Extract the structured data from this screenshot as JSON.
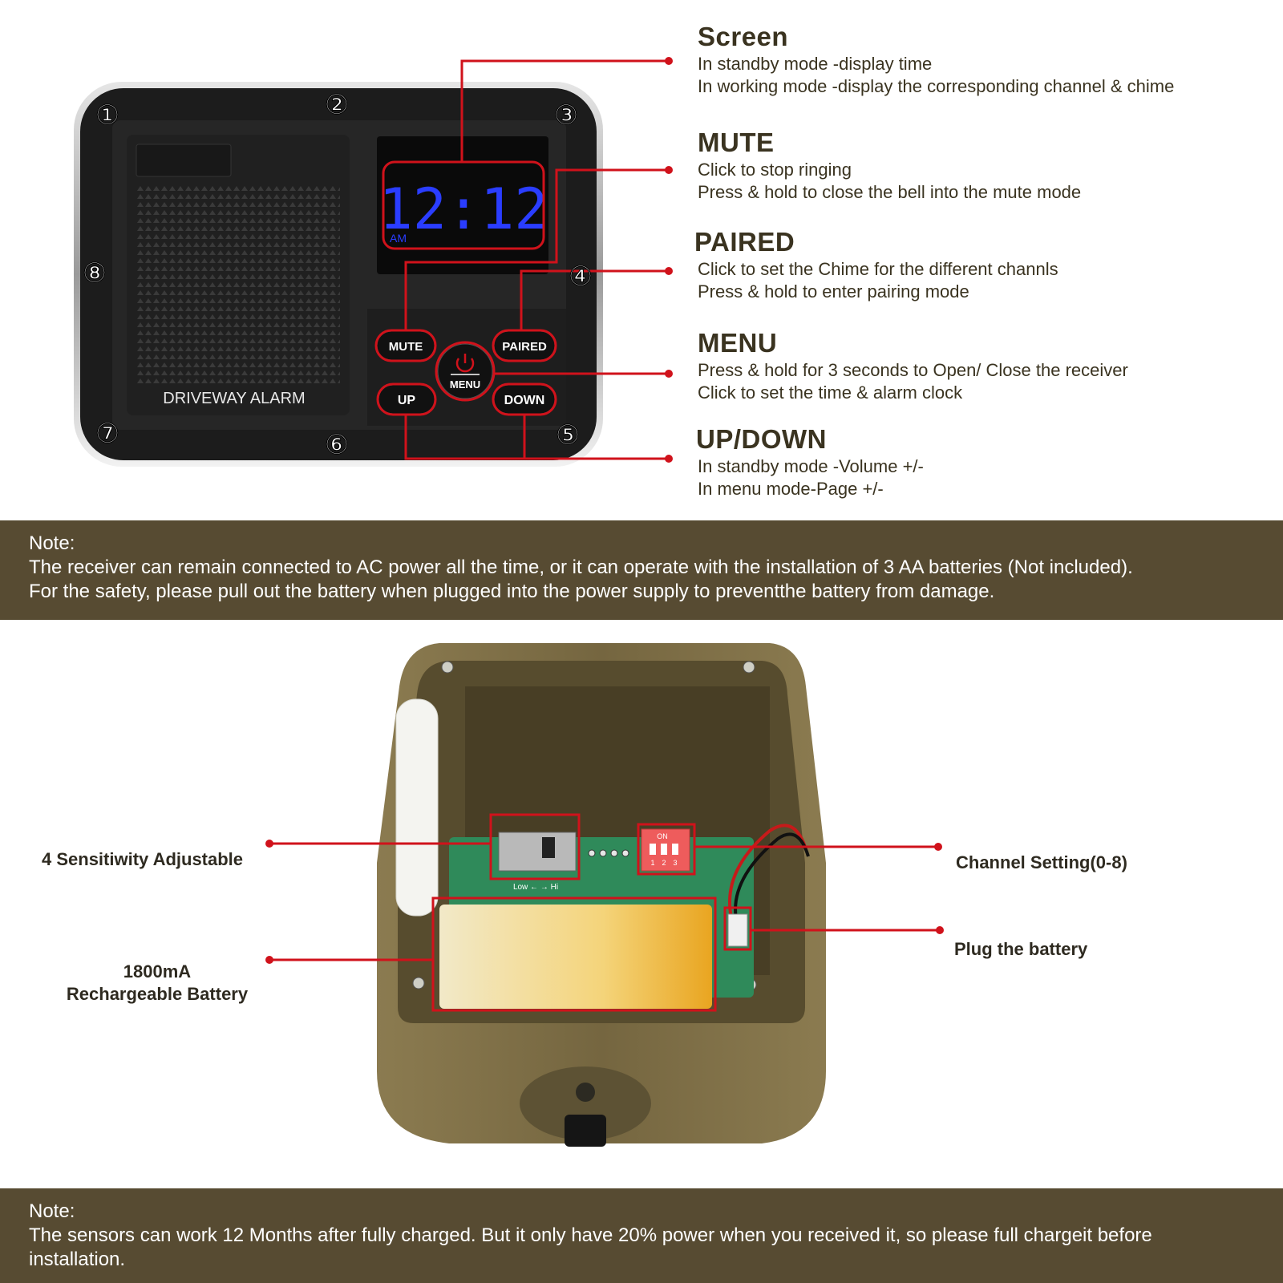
{
  "receiver": {
    "speaker_label": "DRIVEWAY ALARM",
    "display_time": "12:12",
    "display_ampm": "AM",
    "buttons": {
      "mute": "MUTE",
      "paired": "PAIRED",
      "menu": "MENU",
      "up": "UP",
      "down": "DOWN"
    },
    "markers": [
      "①",
      "②",
      "③",
      "④",
      "⑤",
      "⑥",
      "⑦",
      "⑧"
    ]
  },
  "callouts": [
    {
      "title": "Screen",
      "lines": [
        "In standby mode -display time",
        "In working mode -display the corresponding channel & chime"
      ]
    },
    {
      "title": "MUTE",
      "lines": [
        "Click to stop ringing",
        "Press & hold to close the bell into the mute mode"
      ]
    },
    {
      "title": "PAIRED",
      "lines": [
        "Click to set the Chime for the different channls",
        "Press & hold to enter pairing mode"
      ]
    },
    {
      "title": "MENU",
      "lines": [
        "Press & hold for 3 seconds to Open/ Close the receiver",
        "Click to set the time & alarm clock"
      ]
    },
    {
      "title": "UP/DOWN",
      "lines": [
        "In standby mode -Volume +/-",
        "In menu mode-Page +/-"
      ]
    }
  ],
  "note1": {
    "heading": "Note:",
    "lines": [
      "The receiver can remain connected to AC power all the time, or it can operate with the installation of 3 AA batteries (Not included).",
      "For the safety, please pull out the battery when plugged into the power supply to preventthe battery from damage."
    ]
  },
  "sensor": {
    "labels": {
      "sensitivity": "4 Sensitiwity Adjustable",
      "battery_line1": "1800mA",
      "battery_line2": "Rechargeable Battery",
      "channel": "Channel Setting(0-8)",
      "plug": "Plug the battery"
    },
    "switch_text": "Low ← → Hi",
    "dip_on": "ON",
    "dip_numbers": [
      "1",
      "2",
      "3"
    ]
  },
  "note2": {
    "heading": "Note:",
    "lines": [
      "The sensors can work 12 Months after fully charged. But it only have 20% power when you received it, so please full chargeit before",
      "installation."
    ]
  },
  "colors": {
    "accent_red": "#d0121b",
    "note_bar": "#574b32",
    "led_blue": "#2a3dff",
    "housing": "#7a6a42"
  }
}
